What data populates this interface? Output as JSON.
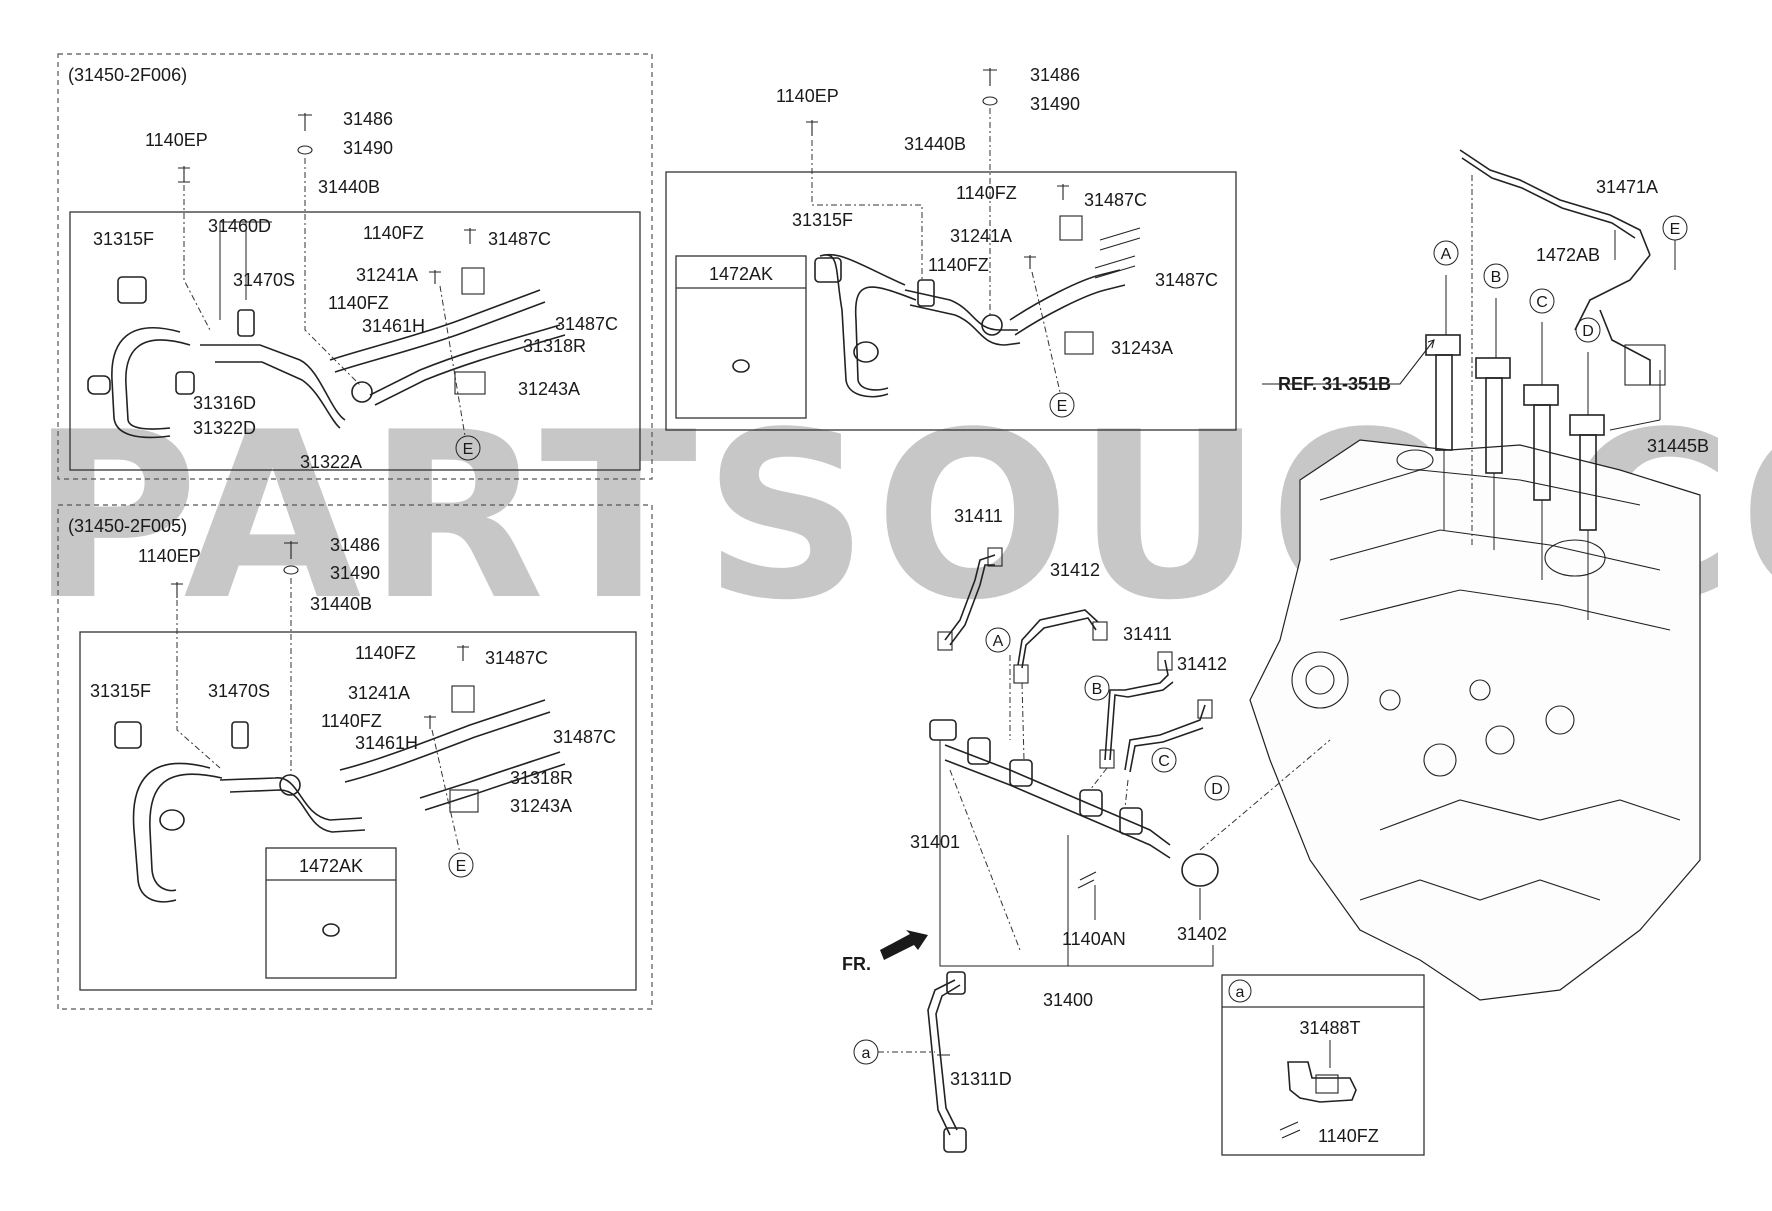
{
  "watermark": "PARTSOUQ.COM",
  "ref_label": "REF. 31-351B",
  "front_label": "FR.",
  "box_top_left": {
    "variant": "(31450-2F006)",
    "labels": {
      "p1140EP": "1140EP",
      "p31486": "31486",
      "p31490": "31490",
      "p31440B": "31440B",
      "p31315F": "31315F",
      "p31460D": "31460D",
      "p31470S": "31470S",
      "p1140FZ_a": "1140FZ",
      "p31487C_a": "31487C",
      "p31241A": "31241A",
      "p1140FZ_b": "1140FZ",
      "p31487C_b": "31487C",
      "p31461H": "31461H",
      "p31318R": "31318R",
      "p31243A": "31243A",
      "p31316D": "31316D",
      "p31322D": "31322D",
      "p31322A": "31322A",
      "marker_e": "E"
    }
  },
  "box_bottom_left": {
    "variant": "(31450-2F005)",
    "labels": {
      "p1140EP": "1140EP",
      "p31486": "31486",
      "p31490": "31490",
      "p31440B": "31440B",
      "p1140FZ_a": "1140FZ",
      "p31487C_a": "31487C",
      "p31315F": "31315F",
      "p31470S": "31470S",
      "p31241A": "31241A",
      "p1140FZ_b": "1140FZ",
      "p31487C_b": "31487C",
      "p31461H": "31461H",
      "p31318R": "31318R",
      "p31243A": "31243A",
      "p1472AK": "1472AK",
      "marker_e": "E"
    }
  },
  "box_top_center": {
    "labels": {
      "p1140EP": "1140EP",
      "p31486": "31486",
      "p31490": "31490",
      "p31440B": "31440B",
      "p1140FZ_a": "1140FZ",
      "p31487C_a": "31487C",
      "p31315F": "31315F",
      "p31241A": "31241A",
      "p1140FZ_b": "1140FZ",
      "p31487C_b": "31487C",
      "p31243A": "31243A",
      "p1472AK": "1472AK",
      "marker_e": "E"
    }
  },
  "main": {
    "labels": {
      "p31411_a": "31411",
      "p31412_a": "31412",
      "p31411_b": "31411",
      "p31412_b": "31412",
      "p31401": "31401",
      "p1140AN": "1140AN",
      "p31402": "31402",
      "p31400": "31400",
      "p31311D": "31311D",
      "p31471A": "31471A",
      "p1472AB": "1472AB",
      "p31445B": "31445B"
    },
    "markers": {
      "a": "A",
      "b": "B",
      "c": "C",
      "d": "D",
      "e": "E",
      "small_a": "a"
    }
  },
  "detail_a": {
    "marker": "a",
    "p31488T": "31488T",
    "p1140FZ": "1140FZ"
  }
}
